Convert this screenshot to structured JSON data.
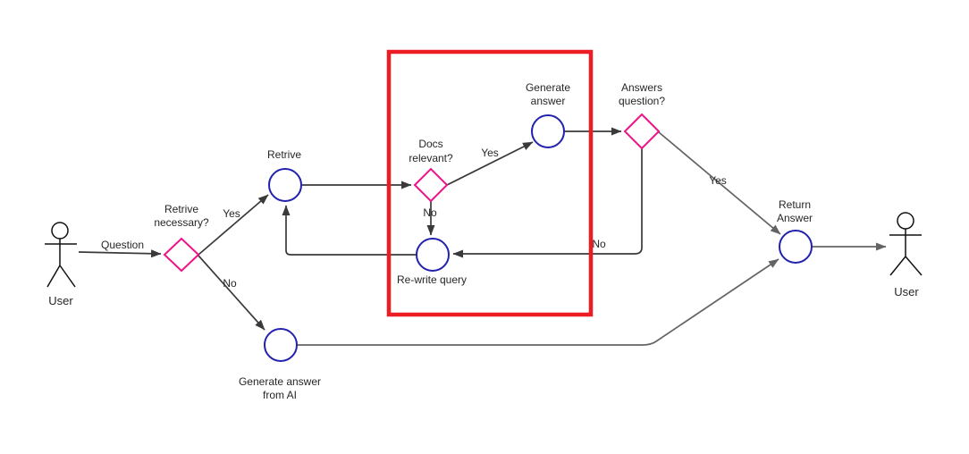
{
  "diagram": {
    "type": "flowchart",
    "actors": {
      "left": {
        "label": "User"
      },
      "right": {
        "label": "User"
      }
    },
    "nodes": {
      "retrive": {
        "shape": "circle",
        "label": "Retrive"
      },
      "generate_answer": {
        "shape": "circle",
        "label_line1": "Generate",
        "label_line2": "answer"
      },
      "rewrite_query": {
        "shape": "circle",
        "label": "Re-write query"
      },
      "generate_ai": {
        "shape": "circle",
        "label_line1": "Generate answer",
        "label_line2": "from AI"
      },
      "return_answer": {
        "shape": "circle",
        "label_line1": "Return",
        "label_line2": "Answer"
      },
      "retrive_necessary": {
        "shape": "diamond",
        "label_line1": "Retrive",
        "label_line2": "necessary?"
      },
      "docs_relevant": {
        "shape": "diamond",
        "label_line1": "Docs",
        "label_line2": "relevant?"
      },
      "answers_question": {
        "shape": "diamond",
        "label_line1": "Answers",
        "label_line2": "question?"
      }
    },
    "edge_labels": {
      "question": "Question",
      "retrive_yes": "Yes",
      "retrive_no": "No",
      "docs_yes": "Yes",
      "docs_no": "No",
      "answers_yes": "Yes",
      "answers_no": "No"
    },
    "highlight_box": {
      "purpose": "red annotation rectangle around retrieval-grading loop"
    }
  },
  "colors": {
    "process_stroke": "#2121ad",
    "decision_stroke": "#ee1488",
    "highlight": "#ed1c24",
    "edge_dark": "#3a3a3a",
    "edge_grey": "#646464",
    "text": "#262626",
    "background": "#ffffff"
  }
}
